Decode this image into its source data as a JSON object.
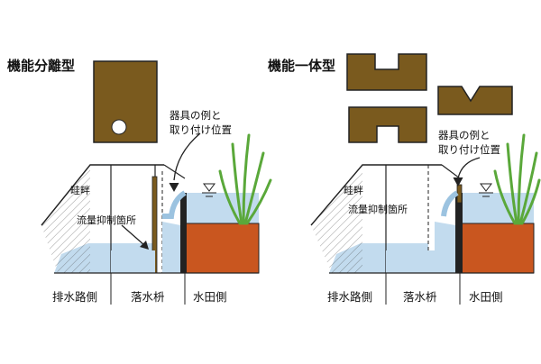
{
  "left": {
    "title": "機能分離型",
    "device_label_line1": "器具の例と",
    "device_label_line2": "取り付け位置",
    "bank_label": "畦畔",
    "flow_control_label": "流量抑制箇所"
  },
  "right": {
    "title": "機能一体型",
    "device_label_line1": "器具の例と",
    "device_label_line2": "取り付け位置",
    "bank_label": "畦畔",
    "flow_control_label": "流量抑制箇所"
  },
  "footer": {
    "drain_side": "排水路側",
    "inlet": "落水枡",
    "paddy_side": "水田側"
  },
  "colors": {
    "device_brown": "#7a5a1e",
    "water_blue": "#c2dbee",
    "soil_orange": "#c9561f",
    "rice_green": "#5aa83a",
    "line": "#222222"
  }
}
